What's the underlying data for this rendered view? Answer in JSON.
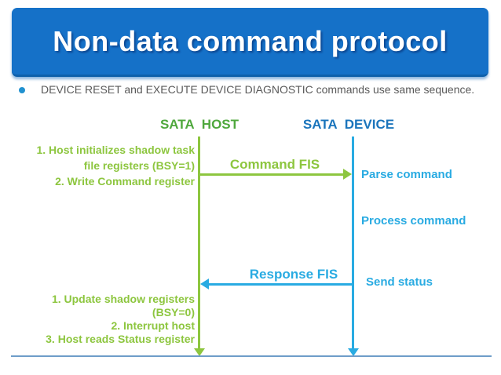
{
  "slide": {
    "title": "Non-data command protocol",
    "bullet": "DEVICE RESET and EXECUTE DEVICE DIAGNOSTIC commands use same sequence."
  },
  "diagram": {
    "host": {
      "label": "SATA HOST",
      "pre_steps": [
        "1. Host initializes shadow task",
        "file registers (BSY=1)",
        "2. Write Command register"
      ],
      "post_steps": [
        "1. Update shadow registers",
        "(BSY=0)",
        "2. Interrupt host",
        "3. Host reads Status register"
      ]
    },
    "device": {
      "label": "SATA DEVICE",
      "steps": [
        "Parse command",
        "Process command",
        "Send status"
      ]
    },
    "messages": {
      "command": "Command FIS",
      "response": "Response FIS"
    },
    "colors": {
      "title_bg": "#1571c8",
      "title_text": "#ffffff",
      "host_green": "#8dc63f",
      "host_header_green": "#4fa83d",
      "device_blue": "#29abe2",
      "device_header_blue": "#1b75bc",
      "bullet_dot_blue": "#2191d0",
      "body_gray": "#595959",
      "footer_rule_blue": "#6e9dc9"
    }
  }
}
